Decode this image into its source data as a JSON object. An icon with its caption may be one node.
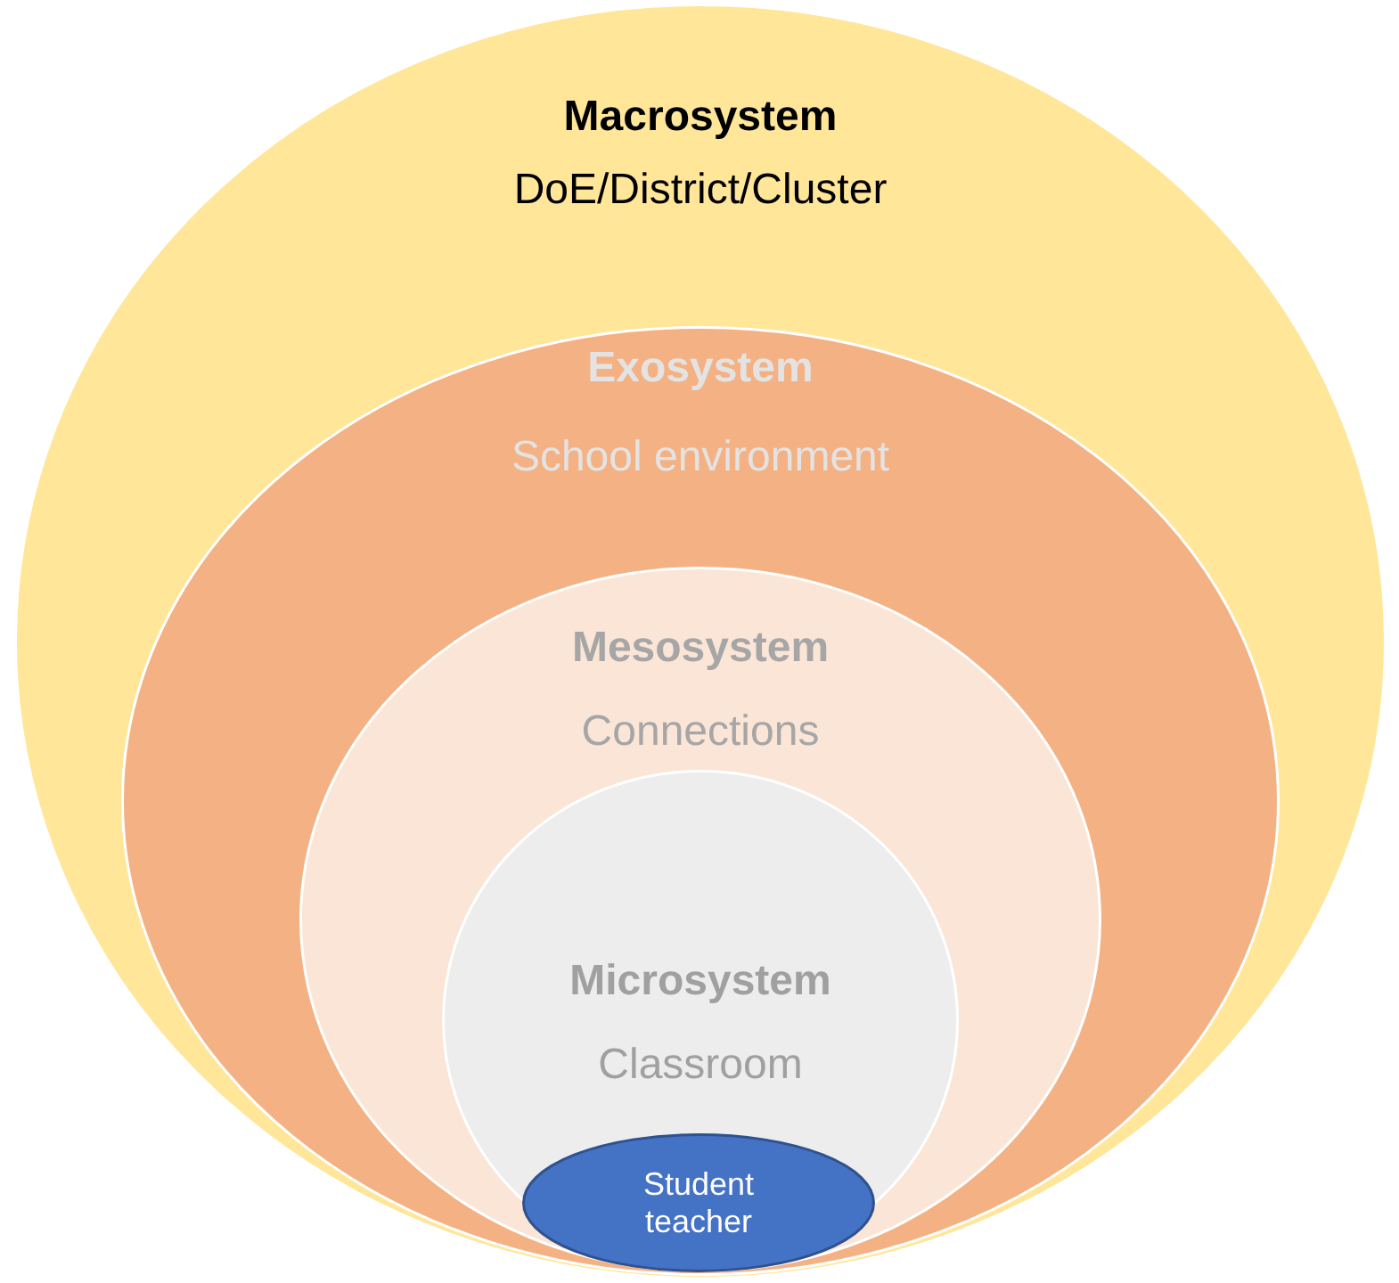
{
  "diagram": {
    "nodes": [
      {
        "text": [
          "Macrosystem",
          "DoE/District/Cluster"
        ]
      },
      {
        "text": [
          "Exosystem",
          "School environment"
        ],
        "in": 0
      },
      {
        "text": [
          "Mesosystem",
          "Connections"
        ],
        "in": 1
      },
      {
        "text": [
          "Microsystem",
          "Classroom"
        ],
        "in": 2
      },
      {
        "text": [
          "Student teacher"
        ],
        "in": 3
      }
    ]
  }
}
